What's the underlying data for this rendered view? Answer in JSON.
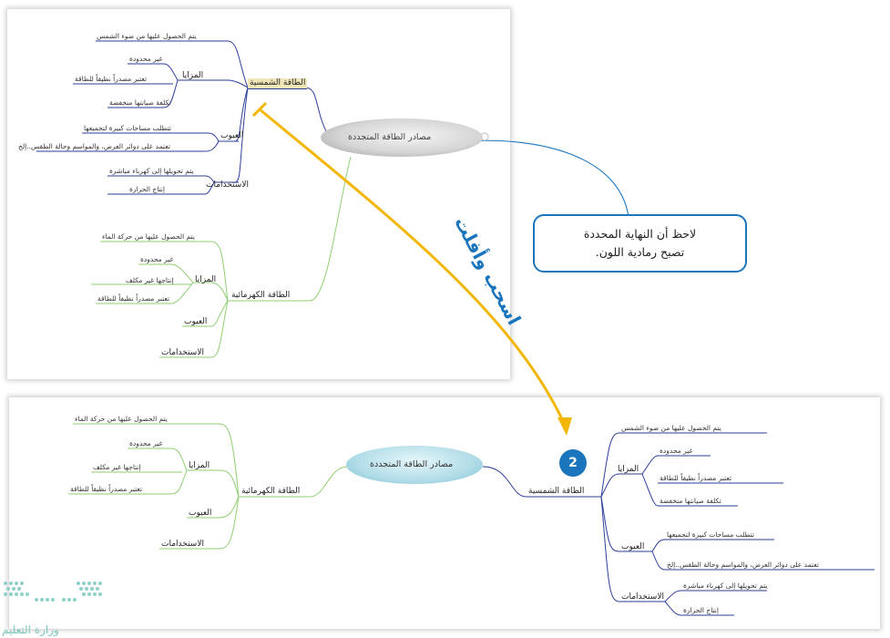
{
  "screen1": {
    "center": "مصادر الطاقة المتجددة",
    "solar": {
      "label": "الطاقة الشمسية",
      "obtained": "يتم الحصول عليها من ضوء الشمس",
      "advantages": "المزايا",
      "adv_items": [
        "غير محدودة",
        "تعتبر مصدراً نظيفاً للطاقة",
        "تكلفة صيانتها منخفضة"
      ],
      "disadvantages": "العيوب",
      "dis_items": [
        "تتطلب مساحات كبيرة لتجميعها",
        "تعتمد على دوائر العرض، والمواسم وحالة الطقس..إلخ"
      ],
      "uses": "الاستخدامات",
      "use_items": [
        "يتم تحويلها إلى كهرباء مباشرة",
        "إنتاج الحرارة"
      ]
    },
    "hydro": {
      "label": "الطاقة الكهرمائية",
      "obtained": "يتم الحصول عليها من حركة الماء",
      "advantages": "المزايا",
      "adv_items": [
        "غير محدودة",
        "إنتاجها غير مكلف",
        "تعتبر مصدراً نظيفاً للطاقة"
      ],
      "disadvantages": "العيوب",
      "uses": "الاستخدامات"
    }
  },
  "screen2": {
    "center": "مصادر الطاقة المتجددة",
    "solar": {
      "label": "الطاقة الشمسية",
      "obtained": "يتم الحصول عليها من ضوء الشمس",
      "advantages": "المزايا",
      "adv_items": [
        "غير محدودة",
        "تعتبر مصدراً نظيفاً للطاقة",
        "تكلفة صيانتها منخفضة"
      ],
      "disadvantages": "العيوب",
      "dis_items": [
        "تتطلب مساحات كبيرة لتجميعها",
        "تعتمد على دوائر العرض، والمواسم وحالة الطقس..إلخ"
      ],
      "uses": "الاستخدامات",
      "use_items": [
        "يتم تحويلها إلى كهرباء مباشرة",
        "إنتاج الحرارة"
      ]
    },
    "hydro": {
      "label": "الطاقة الكهرمائية",
      "obtained": "يتم الحصول عليها من حركة الماء",
      "advantages": "المزايا",
      "adv_items": [
        "غير محدودة",
        "إنتاجها غير مكلف",
        "تعتبر مصدراً نظيفاً للطاقة"
      ],
      "disadvantages": "العيوب",
      "uses": "الاستخدامات"
    }
  },
  "callout": {
    "line1": "لاحظ أن النهاية المحددة",
    "line2": "تصبح رمادية اللون."
  },
  "drag_label": "اسحب وأفلت",
  "step_number": "2",
  "logo_text": "وزارة التعليم",
  "colors": {
    "accent": "#1b75bc",
    "arrow": "#f2b705",
    "solar_branch": "#2e3f9a",
    "hydro_branch": "#8fcf72"
  }
}
